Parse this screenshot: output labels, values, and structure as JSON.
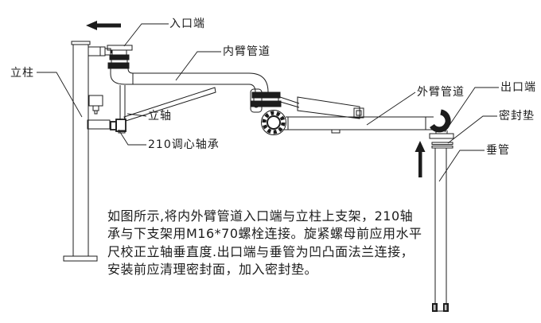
{
  "colors": {
    "ink": "#1c1c1c",
    "background": "#ffffff"
  },
  "labels": {
    "column": "立柱",
    "inlet": "入口端",
    "inner_arm": "内臂管道",
    "shaft": "立轴",
    "bearing": "210调心轴承",
    "outer_arm": "外臂管道",
    "outlet": "出口端",
    "gasket": "密封垫",
    "drop_pipe": "垂管"
  },
  "note": {
    "lines": [
      "如图所示,将内外臂管道入口端与立柱上支架，210轴",
      "承与下支架用M16*70螺栓连接。旋紧螺母前应用水平",
      "尺校正立轴垂直度.出口端与垂管为凹凸面法兰连接，",
      "安装前应清理密封面，加入密封垫。"
    ]
  }
}
